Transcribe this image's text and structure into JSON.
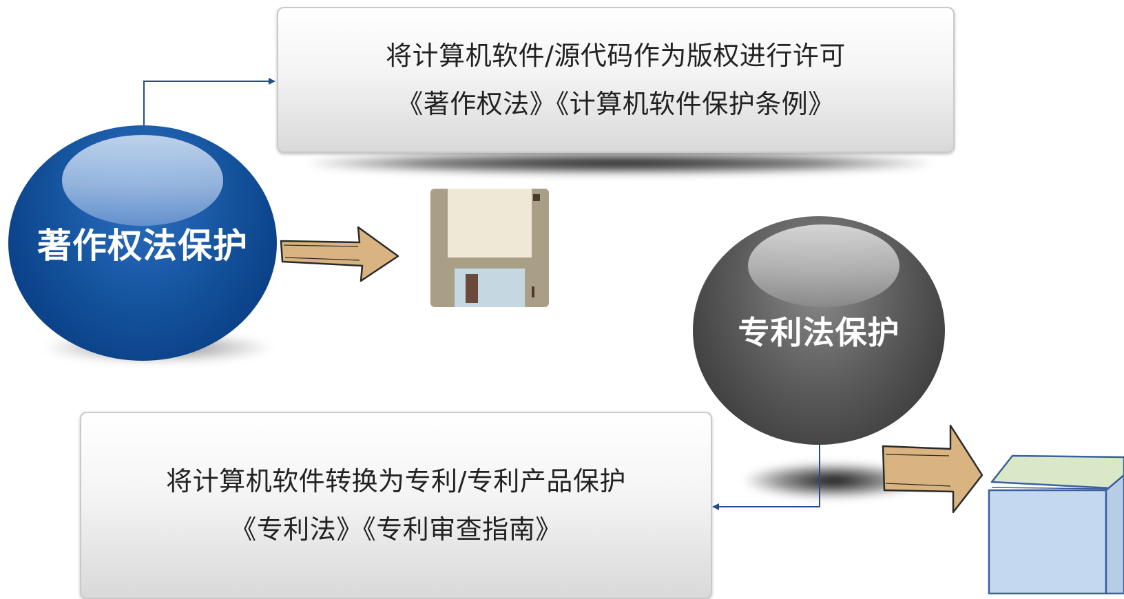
{
  "spheres": {
    "copyright": {
      "label": "著作权法保护"
    },
    "patent": {
      "label": "专利法保护"
    }
  },
  "boxes": {
    "top": {
      "line1": "将计算机软件/源代码作为版权进行许可",
      "line2": "《著作权法》《计算机软件保护条例》"
    },
    "bottom": {
      "line1": "将计算机软件转换为专利/专利产品保护",
      "line2": "《专利法》《专利审查指南》"
    }
  },
  "icons": {
    "floppy": "floppy-disk-icon",
    "cube": "cube-icon",
    "arrow": "hand-drawn-arrow-icon"
  },
  "colors": {
    "blue_sphere": "#0a3f85",
    "gray_sphere": "#3a3a3a",
    "connector": "#1f4e8c",
    "arrow_fill": "#d9b481",
    "floppy_body": "#a99f86",
    "floppy_label": "#efe8d6",
    "floppy_shutter": "#c5d8e2",
    "cube_face": "#c4d9ef",
    "cube_top": "#d9e8c7"
  }
}
